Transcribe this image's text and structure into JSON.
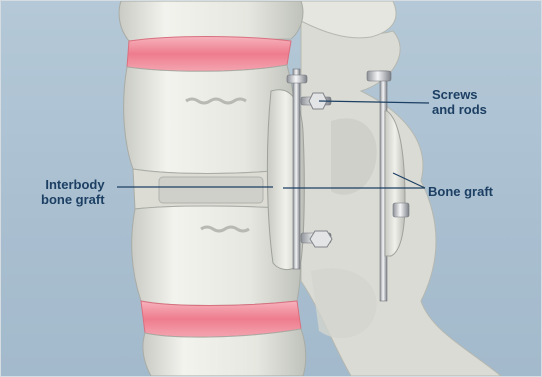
{
  "labels": {
    "screws_and_rods": "Screws\nand rods",
    "interbody_bone_graft": "Interbody\nbone graft",
    "bone_graft": "Bone graft"
  },
  "colors": {
    "background": "#aec3d3",
    "bone": "#ecece5",
    "disc": "#f08a9a",
    "label_text": "#1c3f63",
    "leader_line": "#1c3f63"
  }
}
